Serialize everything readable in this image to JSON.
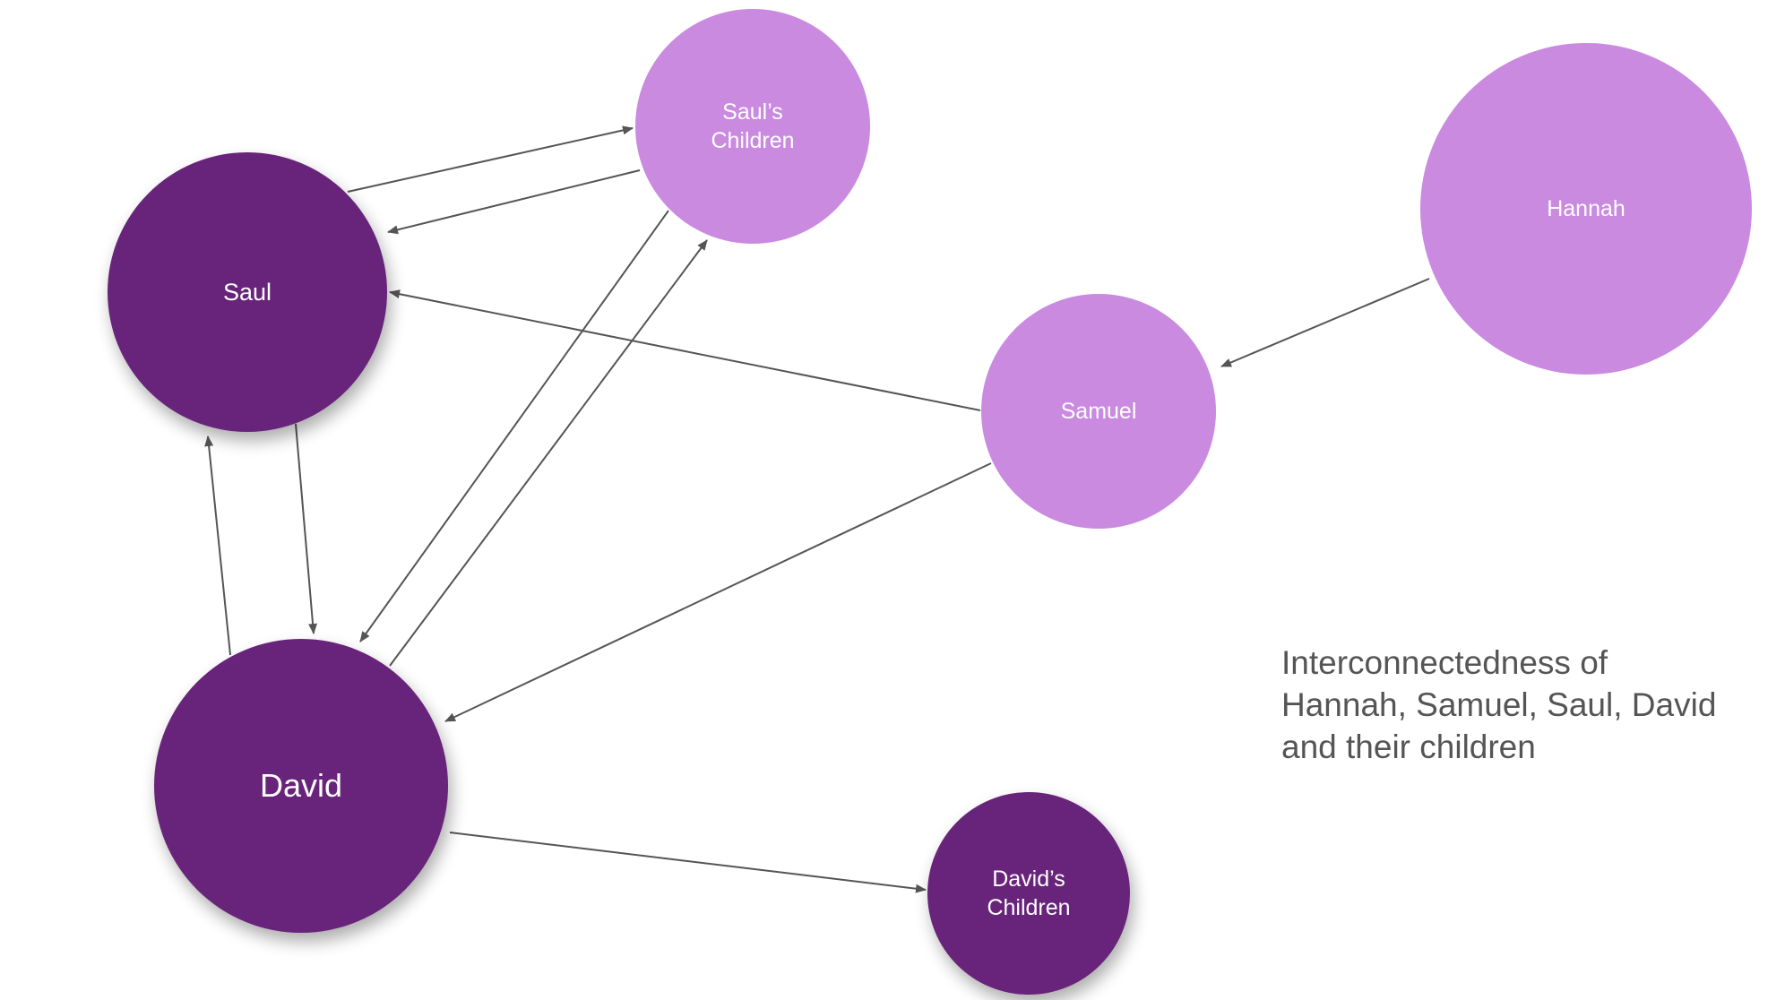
{
  "caption": "Interconnectedness of\nHannah, Samuel, Saul, David\nand their children",
  "colors": {
    "primary_node": "#68247a",
    "secondary_node": "#c98ae0",
    "edge": "#555555",
    "caption_text": "#555555"
  },
  "nodes": {
    "saul": {
      "label": "Saul"
    },
    "david": {
      "label": "David"
    },
    "sauls_children": {
      "label": "Saul’s\nChildren"
    },
    "davids_children": {
      "label": "David’s\nChildren"
    },
    "samuel": {
      "label": "Samuel"
    },
    "hannah": {
      "label": "Hannah"
    }
  },
  "edges": [
    {
      "from": "saul",
      "to": "sauls_children"
    },
    {
      "from": "sauls_children",
      "to": "saul"
    },
    {
      "from": "saul",
      "to": "david"
    },
    {
      "from": "david",
      "to": "saul"
    },
    {
      "from": "sauls_children",
      "to": "david"
    },
    {
      "from": "david",
      "to": "sauls_children"
    },
    {
      "from": "samuel",
      "to": "saul"
    },
    {
      "from": "samuel",
      "to": "david"
    },
    {
      "from": "hannah",
      "to": "samuel"
    },
    {
      "from": "david",
      "to": "davids_children"
    }
  ]
}
